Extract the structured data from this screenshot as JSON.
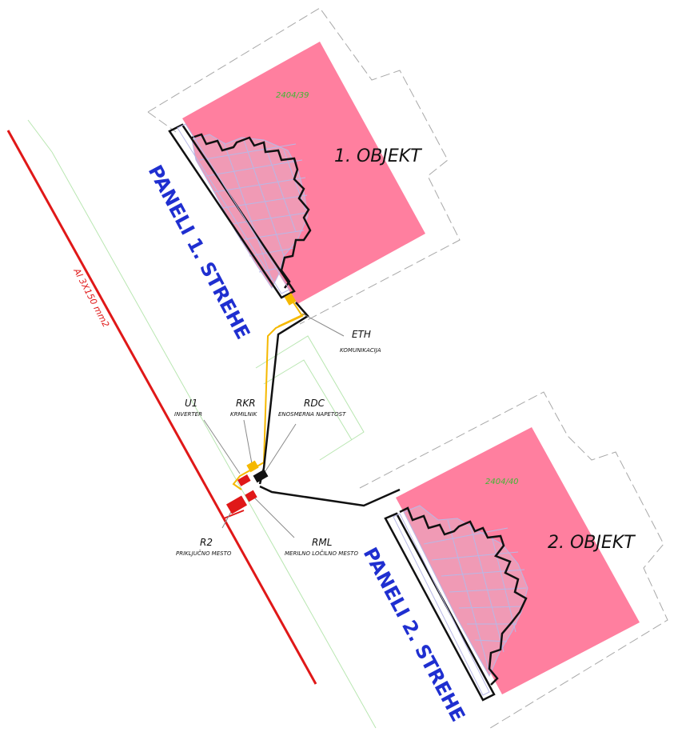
{
  "buildings": [
    {
      "name": "1. OBJEKT",
      "parcel": "2404/39",
      "panels_label": "PANELI 1. STREHE"
    },
    {
      "name": "2. OBJEKT",
      "parcel": "2404/40",
      "panels_label": "PANELI 2. STREHE"
    }
  ],
  "cable_label": "Al 3X150 mm2",
  "components": [
    {
      "code": "ETH",
      "desc": "KOMUNIKACIJA"
    },
    {
      "code": "U1",
      "desc": "INVERTER"
    },
    {
      "code": "RKR",
      "desc": "KRMILNIK"
    },
    {
      "code": "RDC",
      "desc": "ENOSMERNA NAPETOST"
    },
    {
      "code": "R2",
      "desc": "PRIKLJUČNO MESTO"
    },
    {
      "code": "RML",
      "desc": "MERILNO LOČILNO MESTO"
    }
  ],
  "colors": {
    "roof": "#ff7f9f",
    "panel_grid": "#b8b8e6",
    "cable_red": "#e01818",
    "comm_line": "#f5b800",
    "dc_line": "#000000",
    "green_line": "#b8e6b0",
    "outline_dash": "#a8a8a8"
  }
}
